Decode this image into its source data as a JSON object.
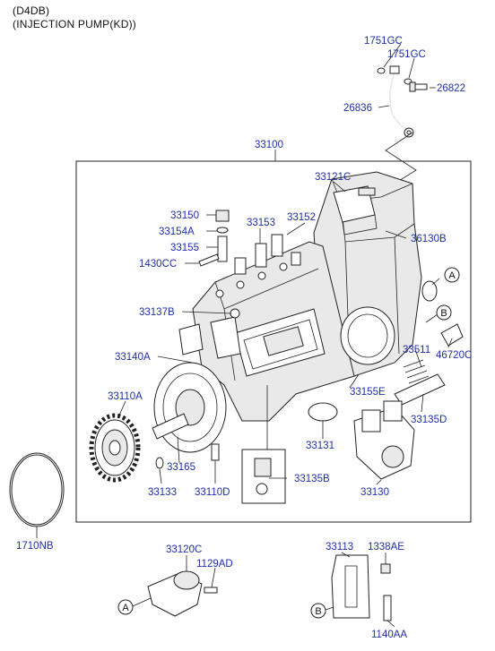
{
  "header": {
    "line1": "(D4DB)",
    "line2": "(INJECTION PUMP(KD))"
  },
  "colors": {
    "label": "#1f2fa8",
    "line": "#222222"
  },
  "labels": {
    "l1751gc_a": "1751GC",
    "l1751gc_b": "1751GC",
    "l26822": "26822",
    "l26836": "26836",
    "l33100": "33100",
    "l33121c": "33121C",
    "l33150": "33150",
    "l33154a": "33154A",
    "l33155": "33155",
    "l1430cc": "1430CC",
    "l33153": "33153",
    "l33152": "33152",
    "l36130b": "36130B",
    "l33137b": "33137B",
    "l33140a": "33140A",
    "l33511": "33511",
    "l46720c": "46720C",
    "l33155e": "33155E",
    "l33110a": "33110A",
    "l33135d": "33135D",
    "l33131": "33131",
    "l33165": "33165",
    "l33133": "33133",
    "l33110d": "33110D",
    "l33135b": "33135B",
    "l33130": "33130",
    "l1710nb": "1710NB",
    "l33120c": "33120C",
    "l1129ad": "1129AD",
    "l33113": "33113",
    "l1338ae": "1338AE",
    "l1140aa": "1140AA"
  },
  "markers": {
    "a_right": "A",
    "b_right": "B",
    "a_bottom": "A",
    "b_bottom": "B"
  }
}
